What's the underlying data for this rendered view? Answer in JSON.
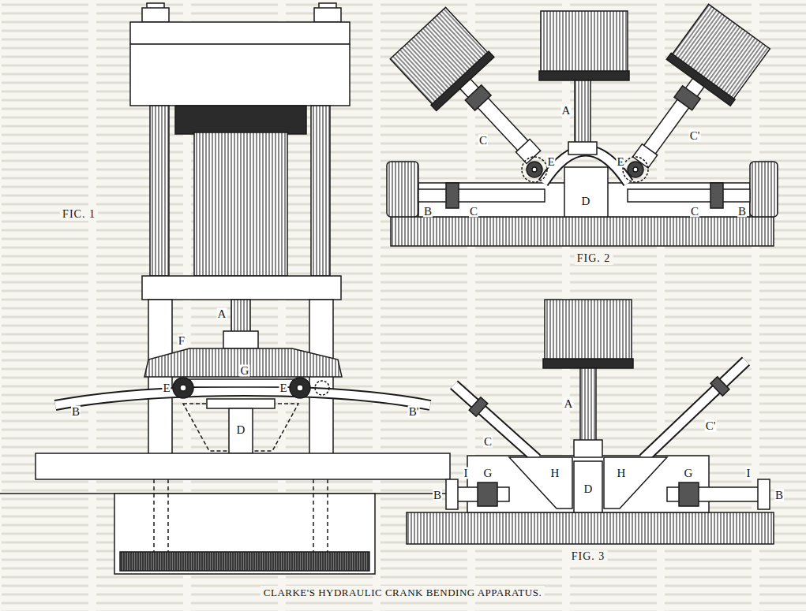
{
  "diagram": {
    "caption": "CLARKE'S HYDRAULIC CRANK BENDING APPARATUS.",
    "labels": [
      "FIC. 1",
      "A",
      "F",
      "E",
      "G",
      "E",
      "B",
      "B'",
      "D",
      "C",
      "A",
      "C'",
      "E",
      "E",
      "D",
      "B",
      "C",
      "C",
      "B",
      "FIG. 2",
      "A",
      "C",
      "C'",
      "H",
      "H",
      "D",
      "I",
      "I",
      "B",
      "G",
      "G",
      "B",
      "FIG. 3"
    ]
  }
}
